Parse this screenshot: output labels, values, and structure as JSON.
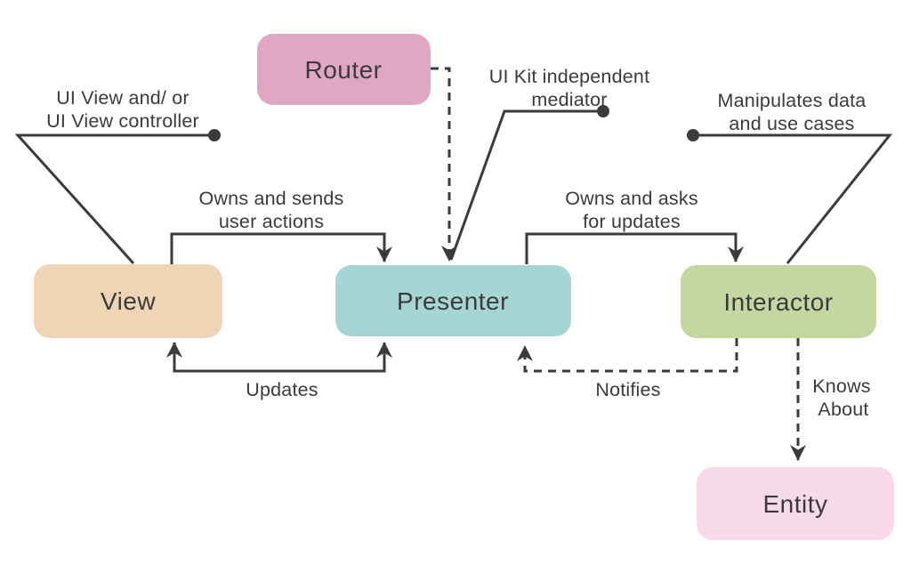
{
  "colors": {
    "background": "#ffffff",
    "line": "#3b3b3d",
    "text": "#3b3b3d"
  },
  "nodes": {
    "router": {
      "label": "Router",
      "fill": "#dfa7c3"
    },
    "view": {
      "label": "View",
      "fill": "#f0d4b6"
    },
    "presenter": {
      "label": "Presenter",
      "fill": "#a5d6d3"
    },
    "interactor": {
      "label": "Interactor",
      "fill": "#c4d7a1"
    },
    "entity": {
      "label": "Entity",
      "fill": "#f8daea"
    }
  },
  "annotations": {
    "ui_view": {
      "line1": "UI View and/ or",
      "line2": "UI View controller"
    },
    "ui_kit": {
      "line1": "UI Kit independent",
      "line2": "mediator"
    },
    "manipulates": {
      "line1": "Manipulates data",
      "line2": "and use cases"
    }
  },
  "edges": {
    "owns_sends": {
      "line1": "Owns and sends",
      "line2": "user actions"
    },
    "owns_asks": {
      "line1": "Owns and asks",
      "line2": "for updates"
    },
    "updates": {
      "label": "Updates"
    },
    "notifies": {
      "label": "Notifies"
    },
    "knows_about": {
      "line1": "Knows",
      "line2": "About"
    }
  }
}
